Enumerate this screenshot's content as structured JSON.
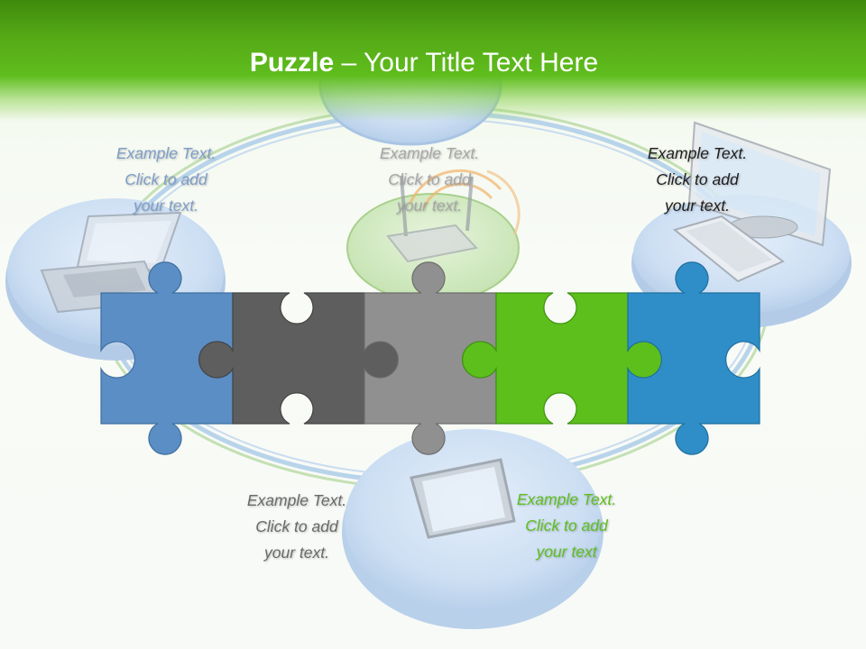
{
  "slide": {
    "title_bold": "Puzzle",
    "title_rest": " – Your Title Text Here"
  },
  "labels": [
    {
      "line1": "Example Text.",
      "line2": "Click  to add",
      "line3": "your text.",
      "color": "#7f9ec9"
    },
    {
      "line1": "Example Text.",
      "line2": "Click  to add",
      "line3": "your text.",
      "color": "#a7a7a7"
    },
    {
      "line1": "Example Text.",
      "line2": "Click  to add",
      "line3": "your text.",
      "color": "#1f1f1f"
    },
    {
      "line1": "Example Text.",
      "line2": "Click  to add",
      "line3": "your text.",
      "color": "#6a6a6a"
    },
    {
      "line1": "Example Text.",
      "line2": "Click  to add",
      "line3": "your text",
      "color": "#5ebf1f"
    }
  ],
  "pieces": [
    {
      "name": "blue",
      "color": "#5b8ec4"
    },
    {
      "name": "dark-gray",
      "color": "#5e5e5e"
    },
    {
      "name": "gray",
      "color": "#909090"
    },
    {
      "name": "green",
      "color": "#5cbf1c"
    },
    {
      "name": "sky-blue",
      "color": "#2f8ec7"
    }
  ],
  "colors": {
    "header_green": "#5fbd1d",
    "title_text": "#ffffff"
  },
  "icons": [
    "laptop-icon",
    "wifi-router-icon",
    "desktop-computer-icon",
    "tablet-icon"
  ]
}
